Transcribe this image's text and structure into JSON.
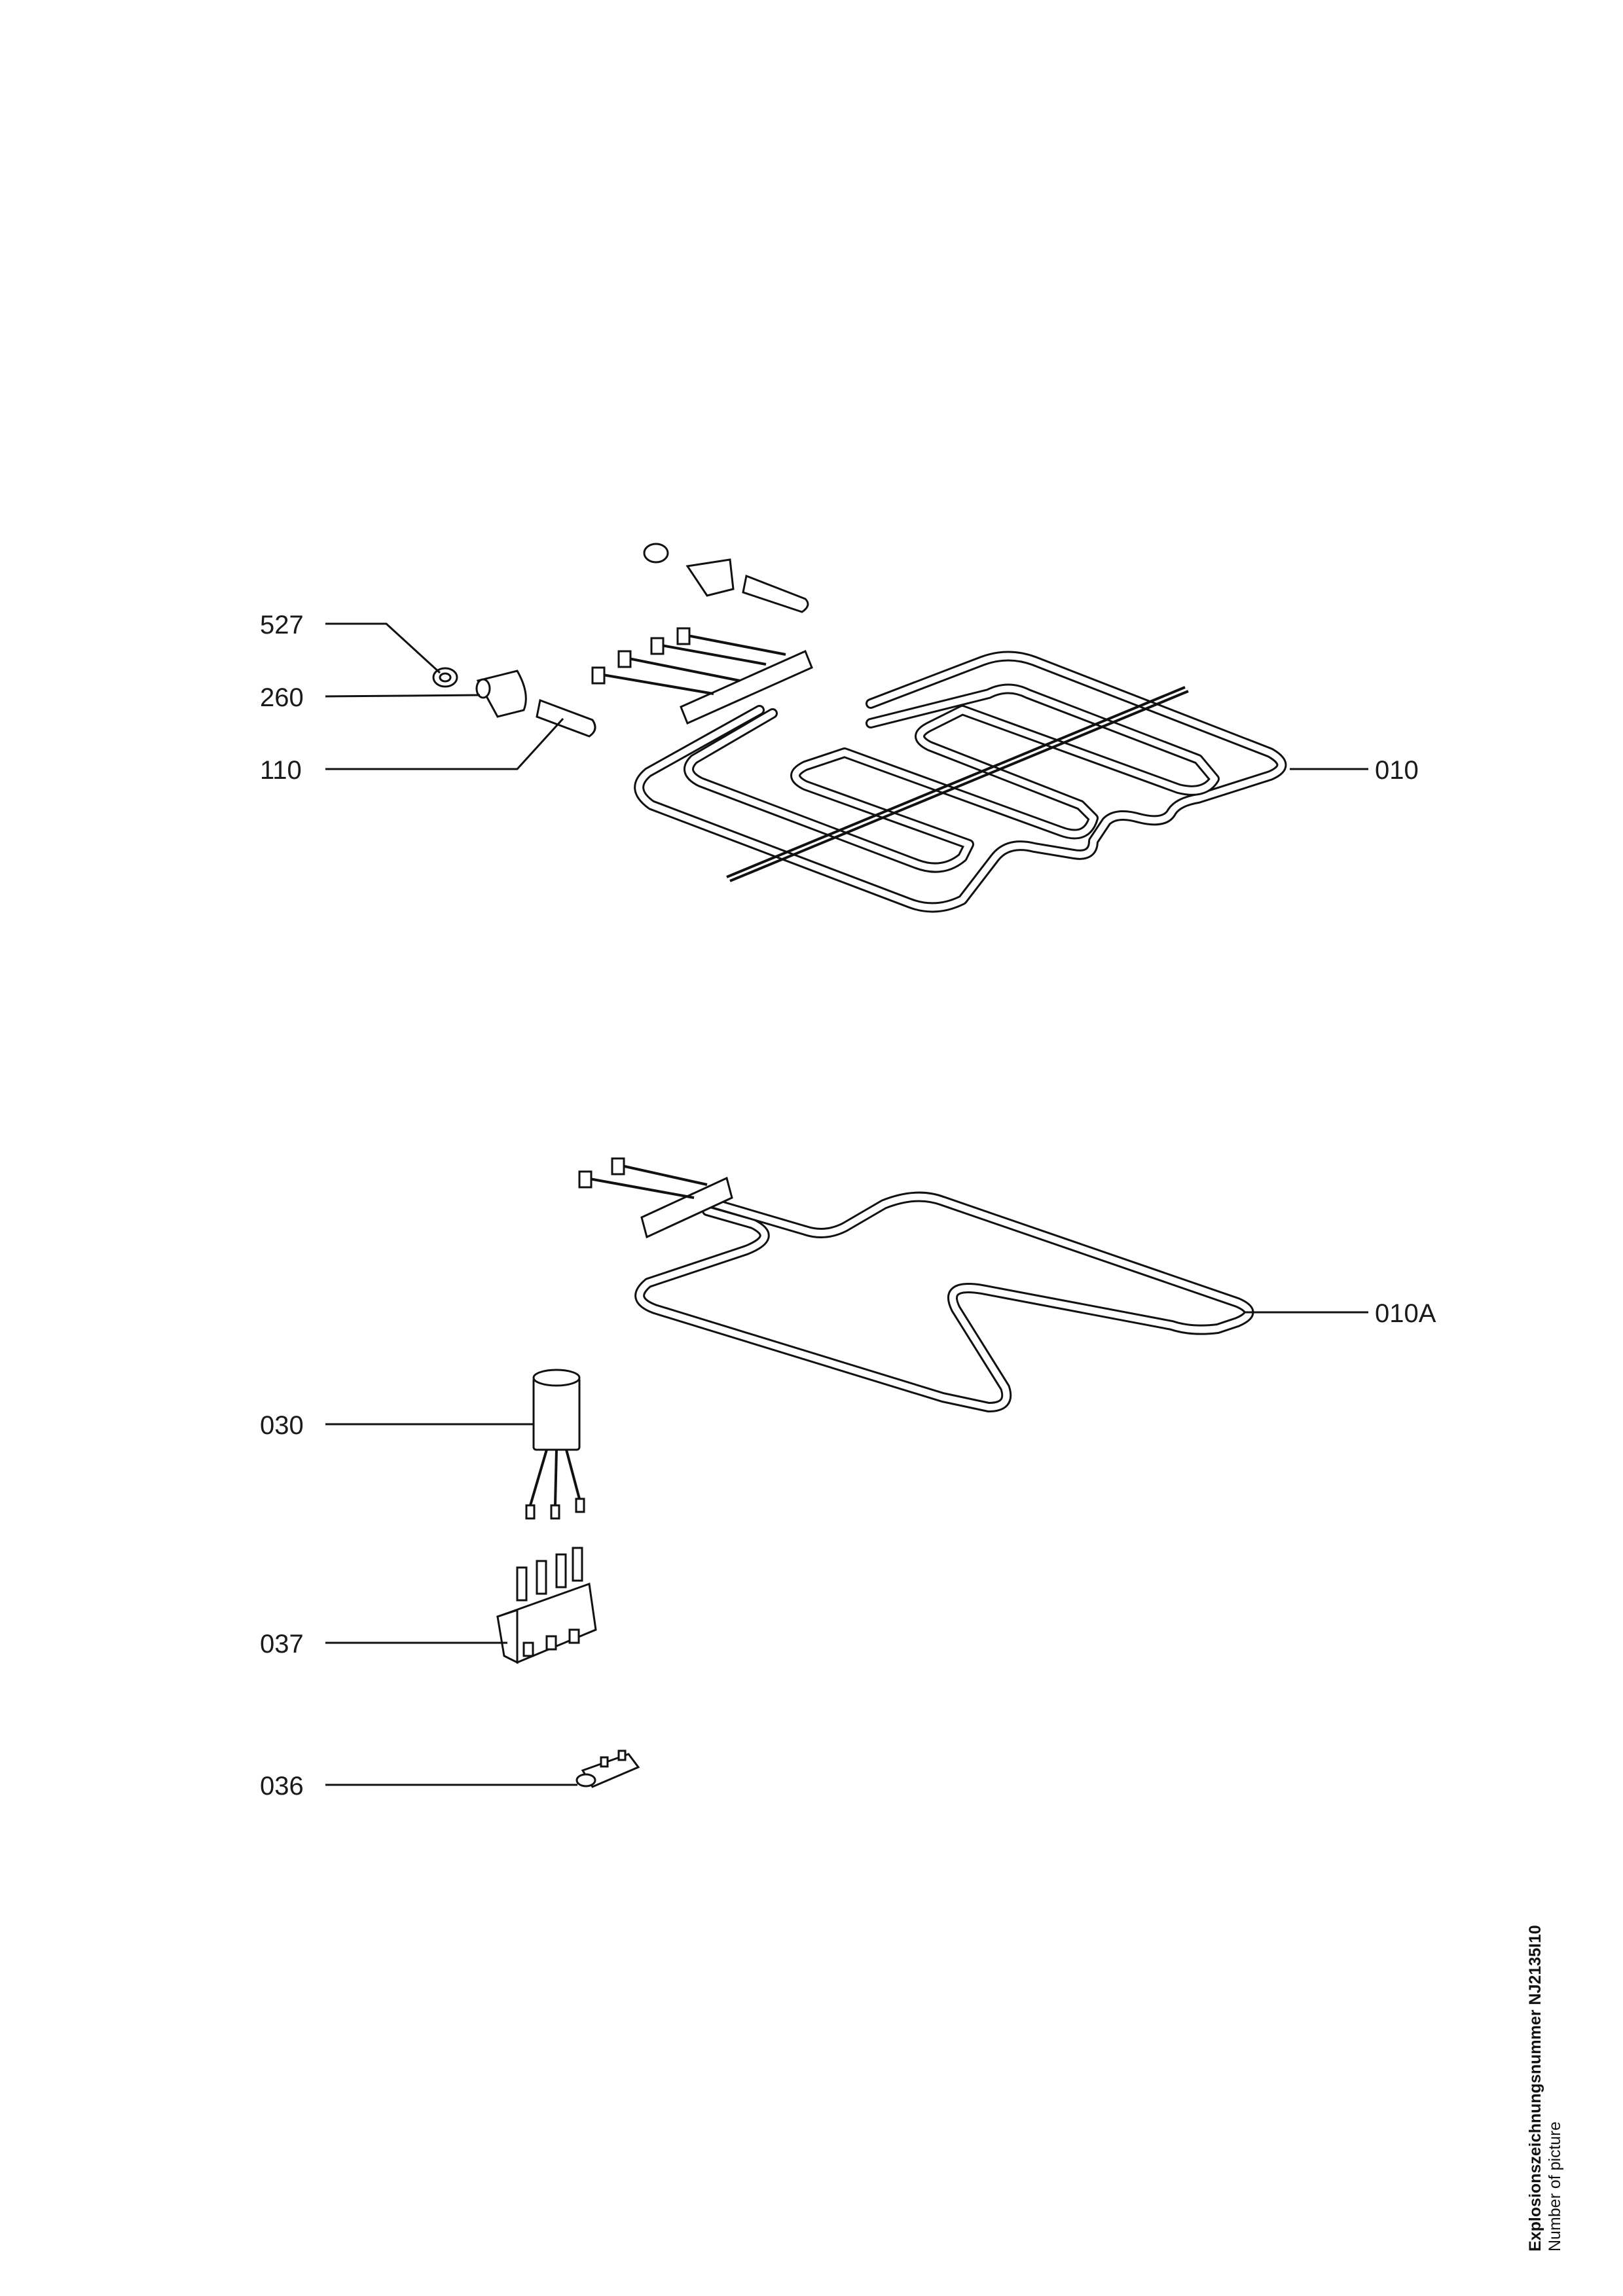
{
  "callouts": {
    "c527": "527",
    "c260": "260",
    "c110": "110",
    "c010": "010",
    "c010a": "010A",
    "c030": "030",
    "c037": "037",
    "c036": "036"
  },
  "title_block": {
    "drawing_number_label": "Explosionszeichnungsnummer NJ2135I10",
    "caption": "Number of picture"
  }
}
